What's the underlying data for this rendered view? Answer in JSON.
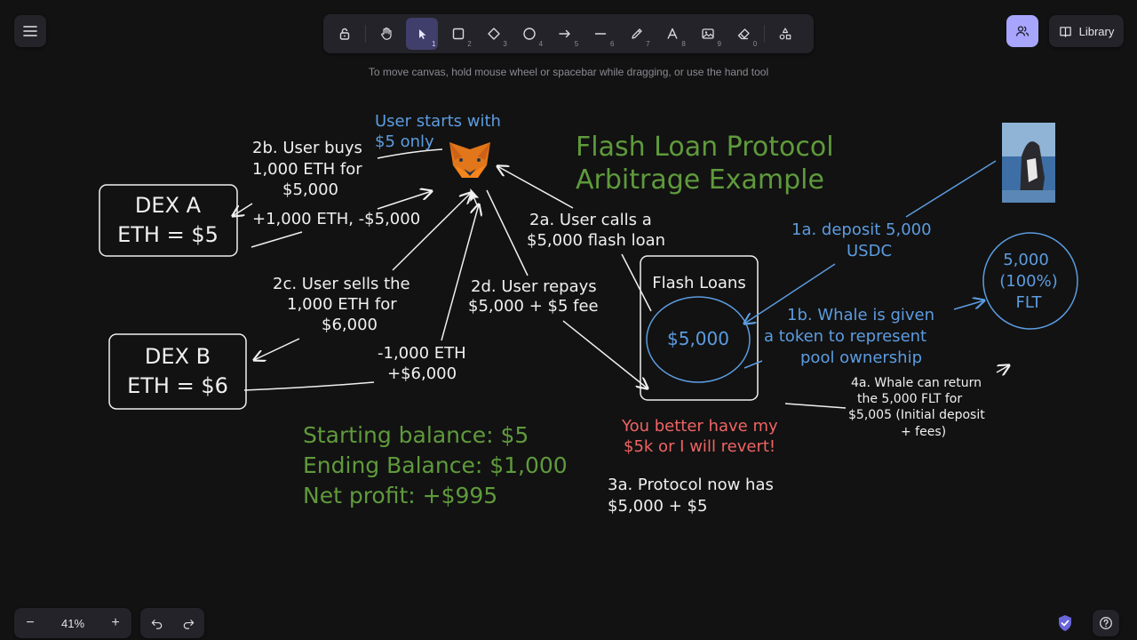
{
  "toolbar": {
    "tools": [
      {
        "name": "lock",
        "key": ""
      },
      {
        "name": "hand",
        "key": ""
      },
      {
        "name": "selection",
        "key": "1"
      },
      {
        "name": "rectangle",
        "key": "2"
      },
      {
        "name": "diamond",
        "key": "3"
      },
      {
        "name": "ellipse",
        "key": "4"
      },
      {
        "name": "arrow",
        "key": "5"
      },
      {
        "name": "line",
        "key": "6"
      },
      {
        "name": "draw",
        "key": "7"
      },
      {
        "name": "text",
        "key": "8"
      },
      {
        "name": "image",
        "key": "9"
      },
      {
        "name": "eraser",
        "key": "0"
      },
      {
        "name": "more-tools",
        "key": ""
      }
    ],
    "active_tool": "selection"
  },
  "hint": "To move canvas, hold mouse wheel or spacebar while dragging, or use the hand tool",
  "library_label": "Library",
  "zoom": {
    "value": "41%"
  },
  "colors": {
    "accent": "#a8a5ff",
    "green": "#5f9a3c",
    "blue": "#5c9ce0",
    "red": "#f06464",
    "white": "#f0f0f0"
  },
  "canvas": {
    "title": [
      "Flash Loan Protocol",
      "Arbitrage Example"
    ],
    "user_note": [
      "User starts with",
      "$5 only"
    ],
    "dex_a": [
      "DEX A",
      "ETH = $5"
    ],
    "dex_b": [
      "DEX B",
      "ETH = $6"
    ],
    "flash_loans_label": "Flash Loans",
    "pool_amount": "$5,000",
    "flt_token": [
      "5,000",
      "(100%)",
      "FLT"
    ],
    "step_2b": [
      "2b. User buys",
      "1,000 ETH for",
      "$5,000"
    ],
    "trade_a": "+1,000 ETH, -$5,000",
    "step_2a": [
      "2a. User calls a",
      "$5,000 flash loan"
    ],
    "step_2c": [
      "2c. User sells the",
      "1,000 ETH for",
      "$6,000"
    ],
    "step_2d": [
      "2d. User repays",
      "$5,000 + $5 fee"
    ],
    "trade_b": [
      "-1,000 ETH",
      "+$6,000"
    ],
    "step_1a": [
      "1a. deposit 5,000",
      "USDC"
    ],
    "step_1b": [
      "1b. Whale is given",
      "a token to represent",
      "pool ownership"
    ],
    "step_4a": [
      "4a. Whale can return",
      "the 5,000 FLT for",
      "$5,005 (Initial deposit",
      "+ fees)"
    ],
    "revert_warning": [
      "You better have my",
      "$5k or I will revert!"
    ],
    "step_3a": [
      "3a. Protocol now has",
      "$5,000 + $5"
    ],
    "summary": [
      "Starting balance: $5",
      "Ending Balance: $1,000",
      "Net profit: +$995"
    ]
  }
}
